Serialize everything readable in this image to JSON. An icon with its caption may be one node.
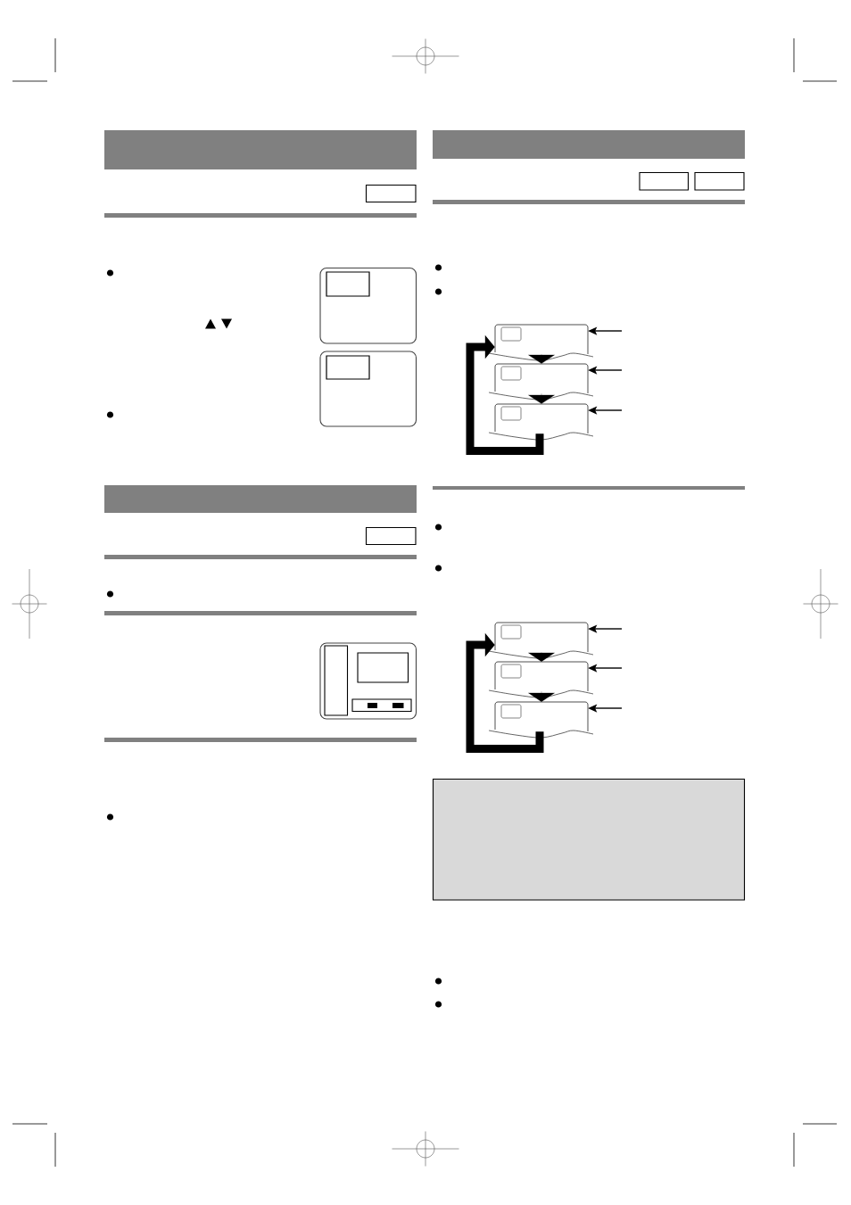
{
  "diagram": {
    "nodes": [
      {
        "text": [],
        "shape": "box"
      },
      {
        "text": [],
        "shape": "box"
      },
      {
        "text": [],
        "shape": "box"
      },
      {
        "text": [],
        "shape": "box"
      },
      {
        "text": [],
        "shape": "box"
      },
      {
        "text": [],
        "shape": "box"
      },
      {
        "text": [],
        "shape": "box"
      }
    ],
    "edges": [
      {
        "from": 0,
        "to": 1,
        "arrow": "to"
      },
      {
        "from": 1,
        "to": 2,
        "arrow": "to"
      },
      {
        "from": 2,
        "to": 0,
        "arrow": "to",
        "style": "thick"
      },
      {
        "from": null,
        "to": 0,
        "arrow": "to"
      },
      {
        "from": null,
        "to": 1,
        "arrow": "to"
      },
      {
        "from": null,
        "to": 2,
        "arrow": "to"
      },
      {
        "from": 3,
        "to": 4,
        "arrow": "to"
      },
      {
        "from": 4,
        "to": 5,
        "arrow": "to"
      },
      {
        "from": 5,
        "to": 3,
        "arrow": "to",
        "style": "thick"
      },
      {
        "from": null,
        "to": 3,
        "arrow": "to"
      },
      {
        "from": null,
        "to": 4,
        "arrow": "to"
      },
      {
        "from": null,
        "to": 5,
        "arrow": "to"
      }
    ]
  }
}
